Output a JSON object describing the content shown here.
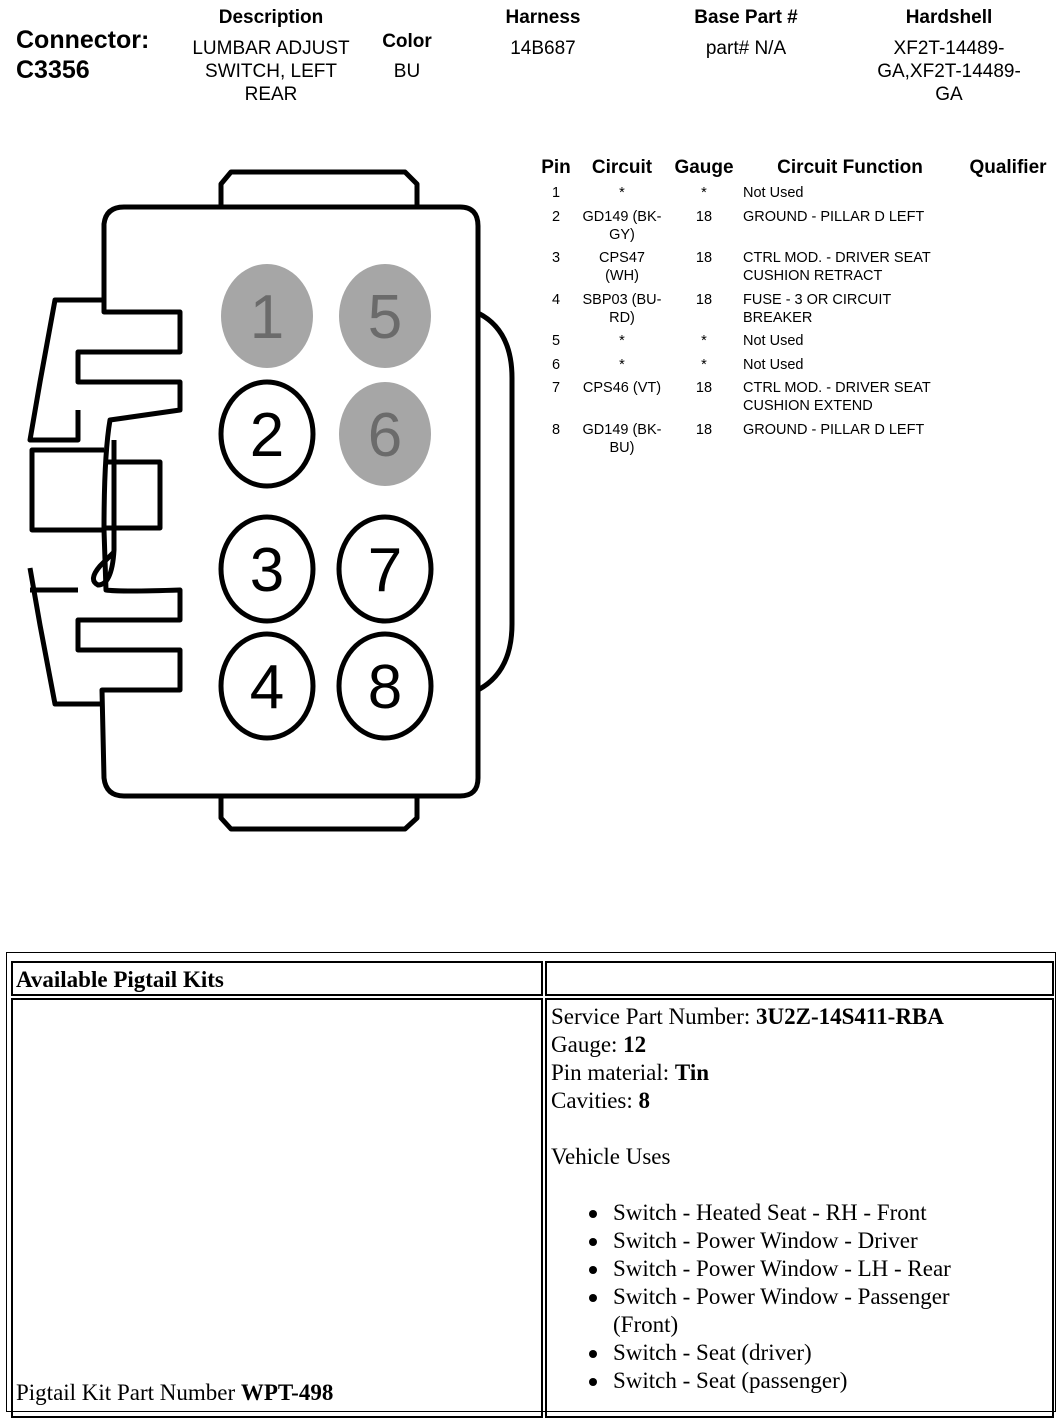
{
  "header": {
    "connector_label": "Connector:",
    "connector_id": "C3356",
    "description_label": "Description",
    "description_lines": [
      "LUMBAR ADJUST",
      "SWITCH, LEFT",
      "REAR"
    ],
    "color_label": "Color",
    "color_value": "BU",
    "harness_label": "Harness",
    "harness_value": "14B687",
    "base_part_label": "Base Part #",
    "base_part_value": "part# N/A",
    "hardshell_label": "Hardshell",
    "hardshell_lines": [
      "XF2T-14489-",
      "GA,XF2T-14489-",
      "GA"
    ]
  },
  "pin_table": {
    "headers": {
      "pin": "Pin",
      "circuit": "Circuit",
      "gauge": "Gauge",
      "function": "Circuit Function",
      "qualifier": "Qualifier"
    },
    "rows": [
      {
        "pin": "1",
        "circuit": [
          "*"
        ],
        "gauge": "*",
        "function": [
          "Not Used"
        ]
      },
      {
        "pin": "2",
        "circuit": [
          "GD149 (BK-",
          "GY)"
        ],
        "gauge": "18",
        "function": [
          "GROUND - PILLAR D LEFT"
        ]
      },
      {
        "pin": "3",
        "circuit": [
          "CPS47",
          "(WH)"
        ],
        "gauge": "18",
        "function": [
          "CTRL MOD. - DRIVER SEAT",
          "CUSHION RETRACT"
        ]
      },
      {
        "pin": "4",
        "circuit": [
          "SBP03 (BU-",
          "RD)"
        ],
        "gauge": "18",
        "function": [
          "FUSE - 3 OR CIRCUIT",
          "BREAKER"
        ]
      },
      {
        "pin": "5",
        "circuit": [
          "*"
        ],
        "gauge": "*",
        "function": [
          "Not Used"
        ]
      },
      {
        "pin": "6",
        "circuit": [
          "*"
        ],
        "gauge": "*",
        "function": [
          "Not Used"
        ]
      },
      {
        "pin": "7",
        "circuit": [
          "CPS46 (VT)"
        ],
        "gauge": "18",
        "function": [
          "CTRL MOD. - DRIVER SEAT",
          "CUSHION EXTEND"
        ]
      },
      {
        "pin": "8",
        "circuit": [
          "GD149 (BK-",
          "BU)"
        ],
        "gauge": "18",
        "function": [
          "GROUND - PILLAR D LEFT"
        ]
      }
    ]
  },
  "connector_pins": [
    {
      "number": "1",
      "used": false
    },
    {
      "number": "5",
      "used": false
    },
    {
      "number": "2",
      "used": true
    },
    {
      "number": "6",
      "used": false
    },
    {
      "number": "3",
      "used": true
    },
    {
      "number": "7",
      "used": true
    },
    {
      "number": "4",
      "used": true
    },
    {
      "number": "8",
      "used": true
    }
  ],
  "colors": {
    "unused_pin": "#a6a6a6",
    "used_pin": "#ffffff",
    "unused_pin_text": "#6b6b6b"
  },
  "pigtail": {
    "title": "Available Pigtail Kits",
    "kit_label": "Pigtail Kit Part Number ",
    "kit_value": "WPT-498",
    "service_label": "Service Part Number: ",
    "service_value": "3U2Z-14S411-RBA",
    "gauge_label": "Gauge: ",
    "gauge_value": "12",
    "pin_material_label": "Pin material: ",
    "pin_material_value": "Tin",
    "cavities_label": "Cavities: ",
    "cavities_value": "8",
    "vehicle_uses_label": "Vehicle Uses",
    "vehicle_uses": [
      "Switch - Heated Seat - RH - Front",
      "Switch - Power Window - Driver",
      "Switch - Power Window - LH - Rear",
      "Switch - Power Window - Passenger (Front)",
      "Switch - Seat (driver)",
      "Switch - Seat (passenger)"
    ]
  }
}
